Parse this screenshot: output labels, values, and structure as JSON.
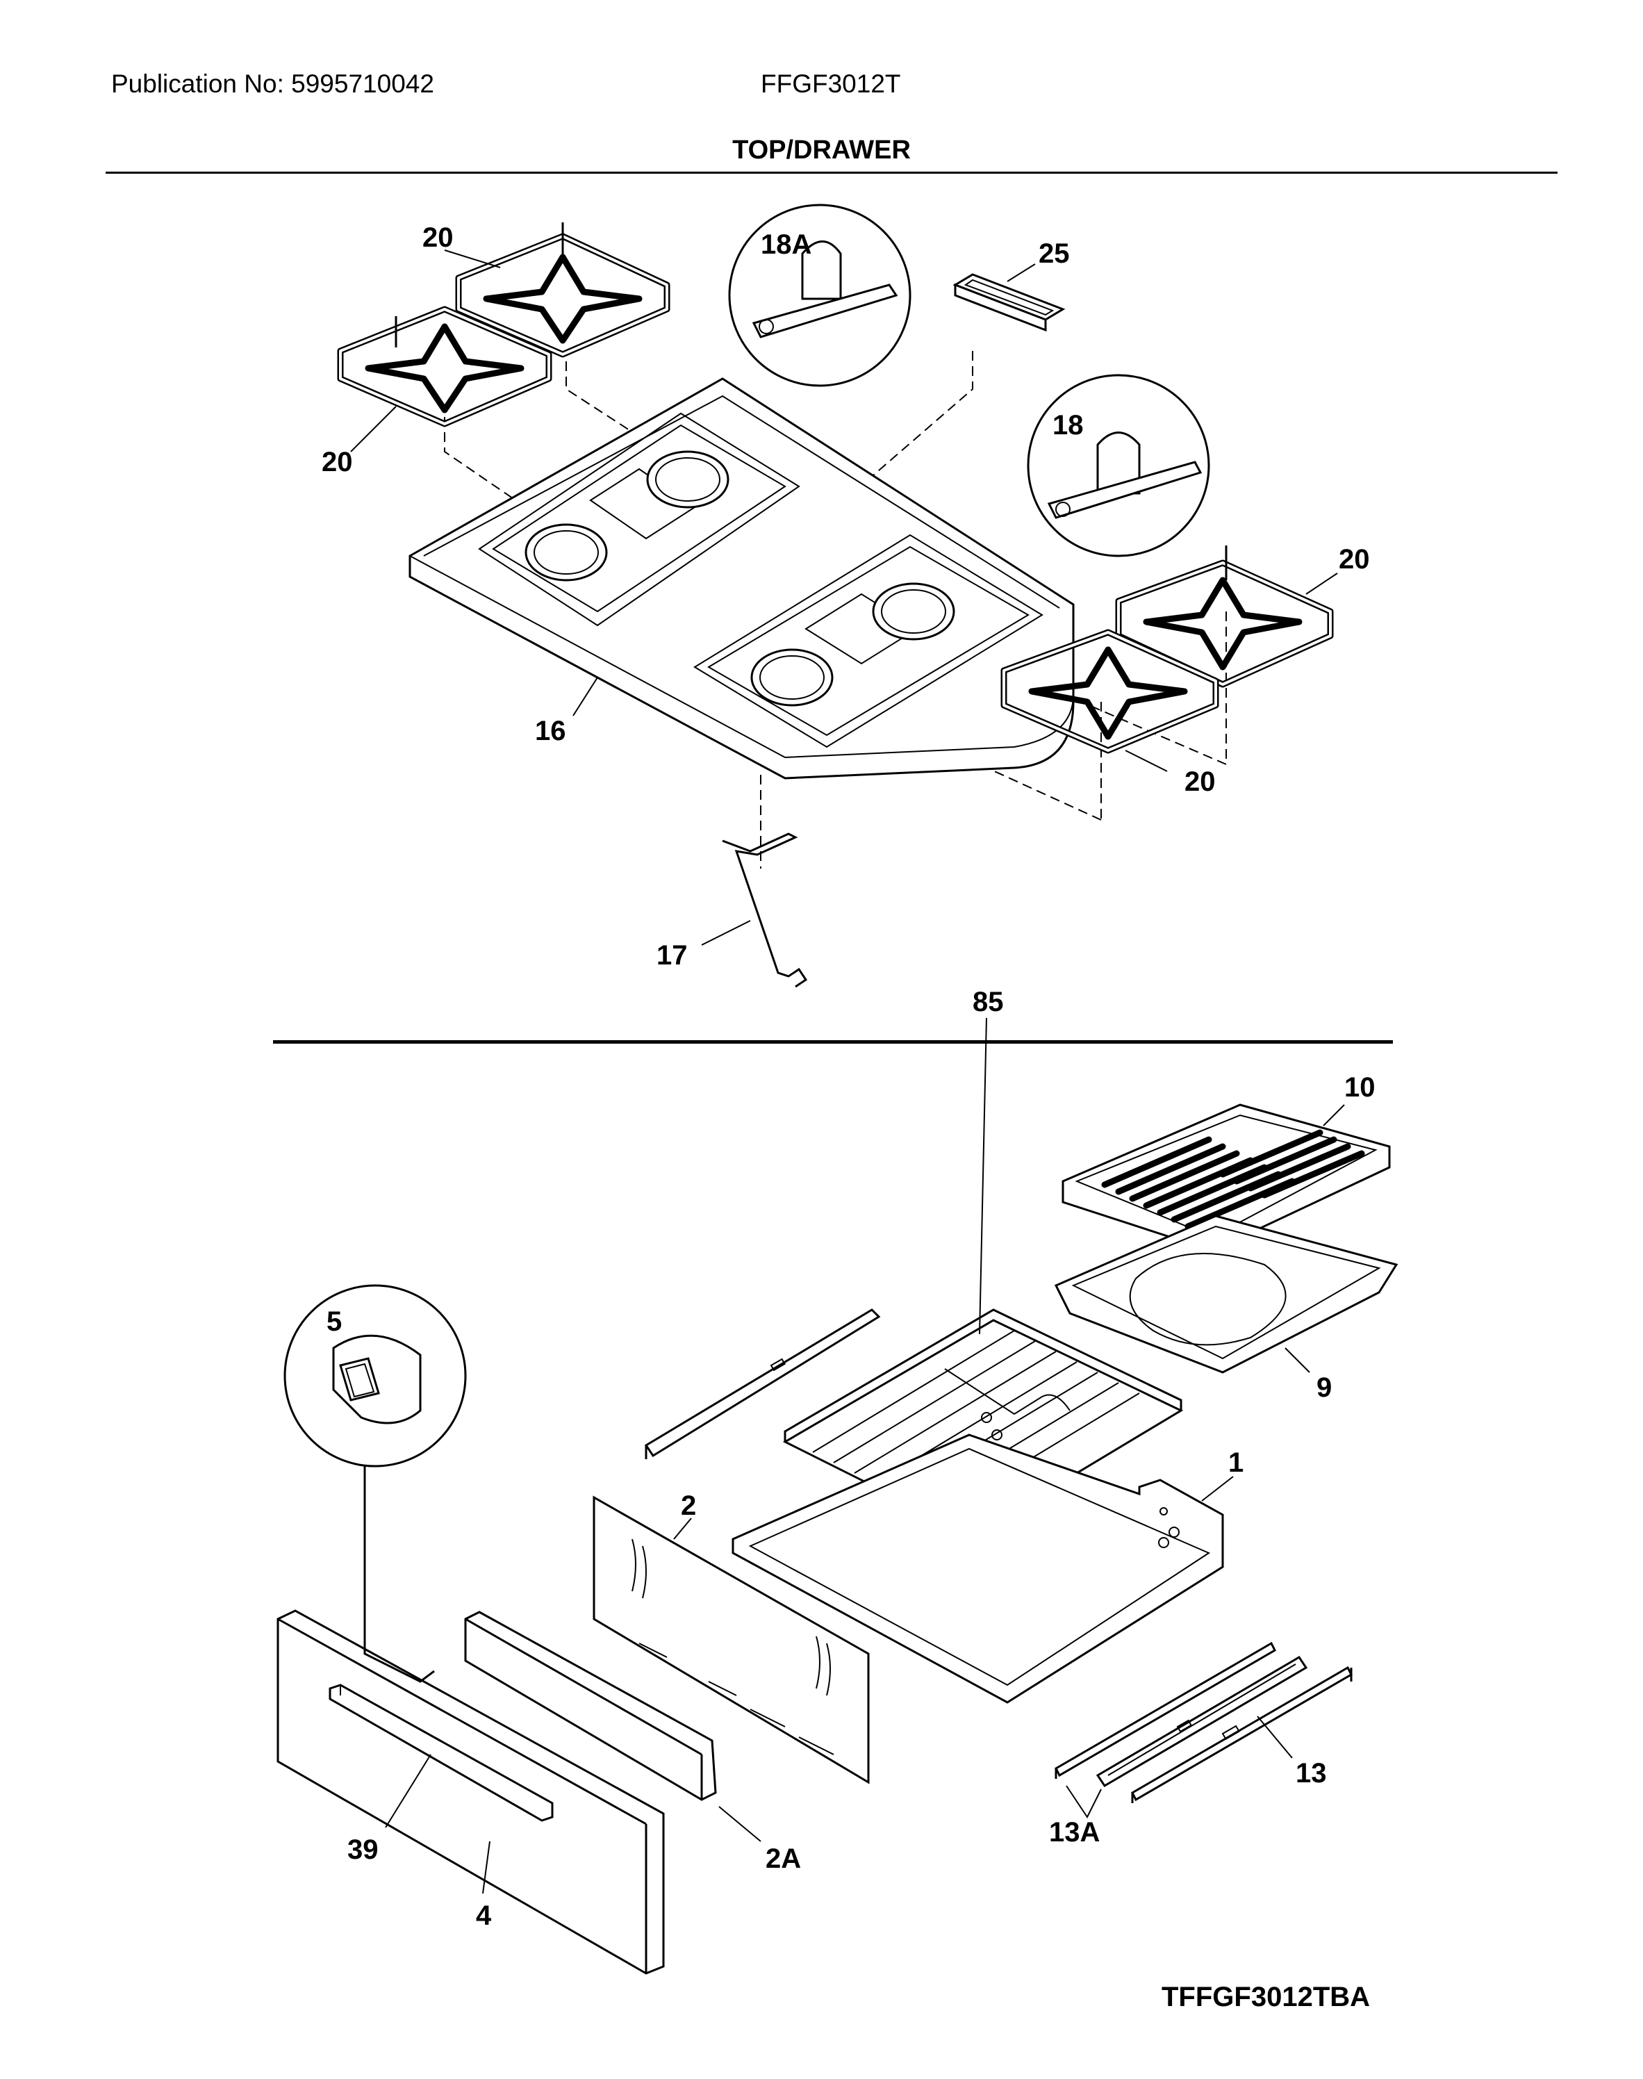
{
  "header": {
    "publication": "Publication No: 5995710042",
    "model": "FFGF3012T",
    "section_title": "TOP/DRAWER"
  },
  "figure_code": "TFFGF3012TBA",
  "callouts": {
    "c20a": "20",
    "c20b": "20",
    "c20c": "20",
    "c20d": "20",
    "c18a": "18A",
    "c25": "25",
    "c18": "18",
    "c16": "16",
    "c17": "17",
    "c10": "10",
    "c85": "85",
    "c9": "9",
    "c5": "5",
    "c1": "1",
    "c2": "2",
    "c13": "13",
    "c13a": "13A",
    "c2a": "2A",
    "c39": "39",
    "c4": "4"
  }
}
